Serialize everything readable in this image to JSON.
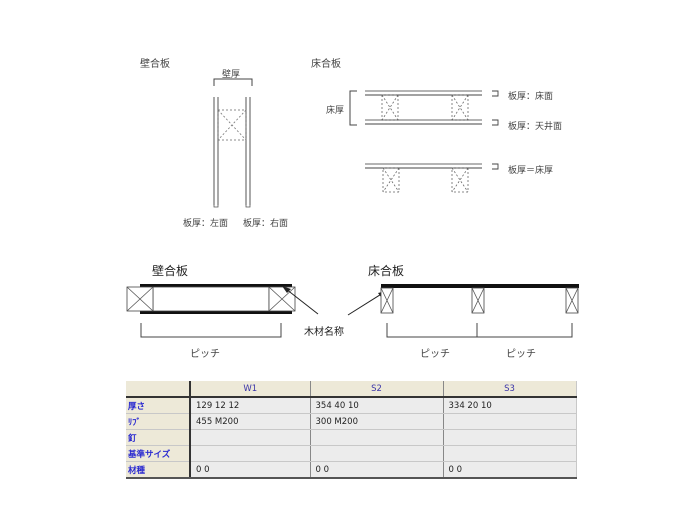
{
  "top_left": {
    "title": "壁合板",
    "dimension_label": "壁厚",
    "left_face_label": "板厚：左面",
    "right_face_label": "板厚：右面"
  },
  "top_right": {
    "title": "床合板",
    "dimension_label": "床厚",
    "floor_face_label": "板厚：床面",
    "ceiling_face_label": "板厚：天井面",
    "equal_label": "板厚＝床厚"
  },
  "bottom_left": {
    "title": "壁合板",
    "pitch_label": "ピッチ"
  },
  "bottom_right": {
    "title": "床合板",
    "pitch_labels": [
      "ピッチ",
      "ピッチ"
    ]
  },
  "callout": {
    "label": "木材名称"
  },
  "table": {
    "columns": [
      "",
      "W1",
      "S2",
      "S3"
    ],
    "rows": [
      {
        "header": "厚さ",
        "cells": [
          "129 12 12",
          "354 40 10",
          "334 20 10"
        ]
      },
      {
        "header": "ﾘﾌﾞ",
        "cells": [
          "455 M200",
          "300 M200",
          ""
        ]
      },
      {
        "header": "釘",
        "cells": [
          "",
          "",
          ""
        ]
      },
      {
        "header": "基準サイズ",
        "cells": [
          "",
          "",
          ""
        ]
      },
      {
        "header": "材種",
        "cells": [
          "0 0",
          "0 0",
          "0 0"
        ]
      }
    ]
  },
  "colors": {
    "header_bg": "#ede9d8",
    "cell_bg": "#ececec",
    "row_header_text": "#2a2ad0",
    "column_header_text": "#3b35a8"
  }
}
